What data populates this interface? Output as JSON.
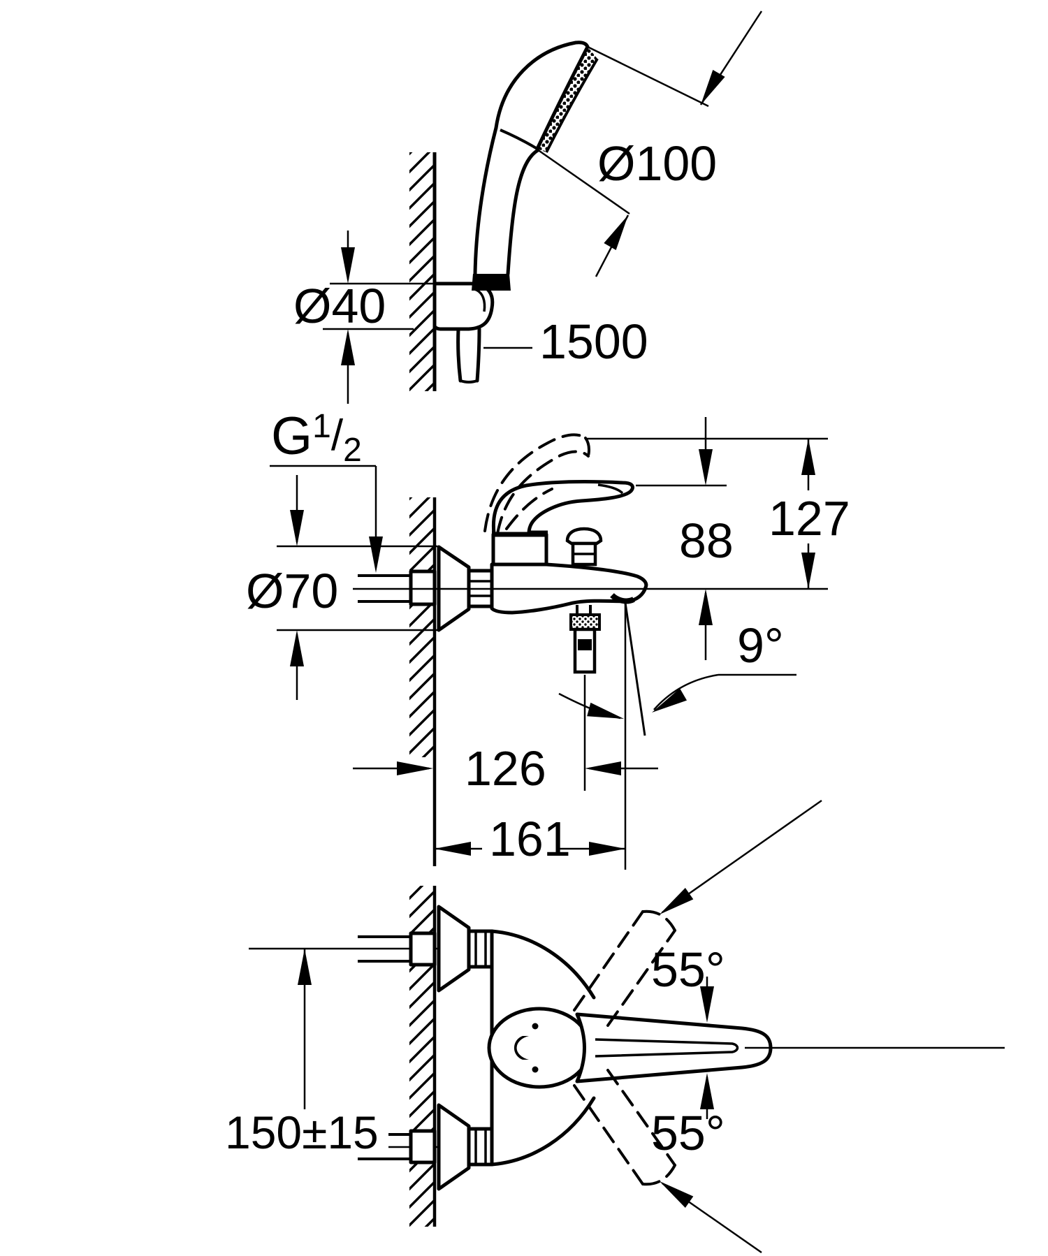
{
  "drawing": {
    "title": "Bath shower mixer installation drawing",
    "colors": {
      "ink": "#000000",
      "paper": "#ffffff"
    },
    "views": {
      "hand_shower": {
        "label": "hand shower with wall holder",
        "dims": {
          "head_diameter": "Ø100",
          "holder_diameter": "Ø40",
          "hose_length": "1500"
        }
      },
      "side_elevation": {
        "label": "mixer side elevation",
        "dims": {
          "thread_g": "G",
          "thread_sup": "1",
          "thread_slash": "/",
          "thread_sub": "2",
          "escutcheon_diameter": "Ø70",
          "lever_height": "88",
          "lever_open_height": "127",
          "spout_angle": "9°",
          "outlet_projection": "126",
          "spout_projection": "161"
        }
      },
      "plan_view": {
        "label": "mixer plan view",
        "dims": {
          "connection_spacing": "150±15",
          "lever_swing_up": "55°",
          "lever_swing_down": "55°"
        }
      }
    }
  }
}
